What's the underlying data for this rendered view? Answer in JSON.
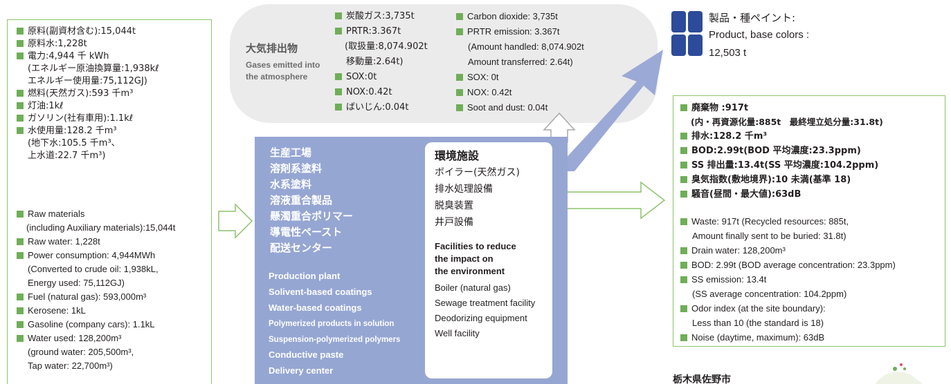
{
  "inputs": {
    "jp": [
      "原料(副資材含む):15,044t",
      "原料水:1,228t",
      "電力:4,944 千 kWh",
      "(エネルギー原油換算量:1,938kℓ",
      "エネルギー使用量:75,112GJ)",
      "燃料(天然ガス):593 千m³",
      "灯油:1kℓ",
      "ガソリン(社有車用):1.1kℓ",
      "水使用量:128.2 千m³",
      "(地下水:105.5 千m³、",
      "上水道:22.7 千m³)"
    ],
    "en": [
      "Raw materials",
      "(including Auxiliary materials):15,044t",
      "Raw water: 1,228t",
      "Power consumption: 4,944MWh",
      "(Converted to crude oil: 1,938kL,",
      "Energy used: 75,112GJ)",
      "Fuel (natural gas): 593,000m³",
      "Kerosene: 1kL",
      "Gasoline (company cars): 1.1kL",
      "Water used: 128,200m³",
      "(ground water: 205,500m³,",
      "Tap water: 22,700m³)"
    ]
  },
  "atmosphere": {
    "title_jp": "大気排出物",
    "title_en_1": "Gases emitted into",
    "title_en_2": "the atmosphere",
    "jp": [
      "炭酸ガス:3,735t",
      "PRTR:3.367t",
      "(取扱量:8,074.902t",
      "移動量:2.64t)",
      "SOX:0t",
      "NOX:0.42t",
      "ばいじん:0.04t"
    ],
    "en": [
      "Carbon dioxide: 3,735t",
      "PRTR emission: 3.367t",
      "(Amount handled: 8,074.902t",
      "Amount transferred: 2.64t)",
      "SOX: 0t",
      "NOX: 0.42t",
      "Soot and dust: 0.04t"
    ]
  },
  "plant": {
    "jp": [
      "生産工場",
      "溶剤系塗料",
      "水系塗料",
      "溶液重合製品",
      "懸濁重合ポリマー",
      "導電性ペースト",
      "配送センター"
    ],
    "en": [
      "Production plant",
      "Solivent-based coatings",
      "Water-based coatings",
      "Polymerized products in solution",
      "Suspension-polymerized polymers",
      "Conductive paste",
      "Delivery center"
    ]
  },
  "facilities": {
    "title_jp": "環境施設",
    "jp": [
      "ボイラー(天然ガス)",
      "排水処理設備",
      "脱臭装置",
      "井戸設備"
    ],
    "title_en": [
      "Facilities to reduce",
      "the impact on",
      "the environment"
    ],
    "en": [
      "Boiler (natural gas)",
      "Sewage treatment facility",
      "Deodorizing equipment",
      "Well facility"
    ]
  },
  "products": {
    "jp": "製品・種ペイント:",
    "en": "Product, base colors :",
    "value": "12,503 t"
  },
  "outputs": {
    "jp": [
      "廃棄物 :917t",
      "(内・再資源化量:885t　最終埋立処分量:31.8t)",
      "排水:128.2 千m³",
      "BOD:2.99t(BOD 平均濃度:23.3ppm)",
      "SS 排出量:13.4t(SS 平均濃度:104.2ppm)",
      "臭気指数(敷地境界):10 未満(基準 18)",
      "騒音(昼間・最大値):63dB"
    ],
    "en": [
      "Waste: 917t (Recycled resources: 885t,",
      "Amount finally sent to be buried: 31.8t)",
      "Drain water: 128,200m³",
      "BOD: 2.99t (BOD average concentration: 23.3ppm)",
      "SS emission: 13.4t",
      "(SS average concentration: 104.2ppm)",
      "Odor index (at the site boundary):",
      "Less than 10 (the standard is 18)",
      "Noise (daytime, maximum): 63dB"
    ]
  },
  "location": "栃木県佐野市",
  "colors": {
    "green": "#6fae58",
    "border": "#8cc46a",
    "plant": "#96a6d3",
    "navy": "#2d4b9a",
    "arrow": "#9aa9d6",
    "cloud": "#ebebeb"
  }
}
